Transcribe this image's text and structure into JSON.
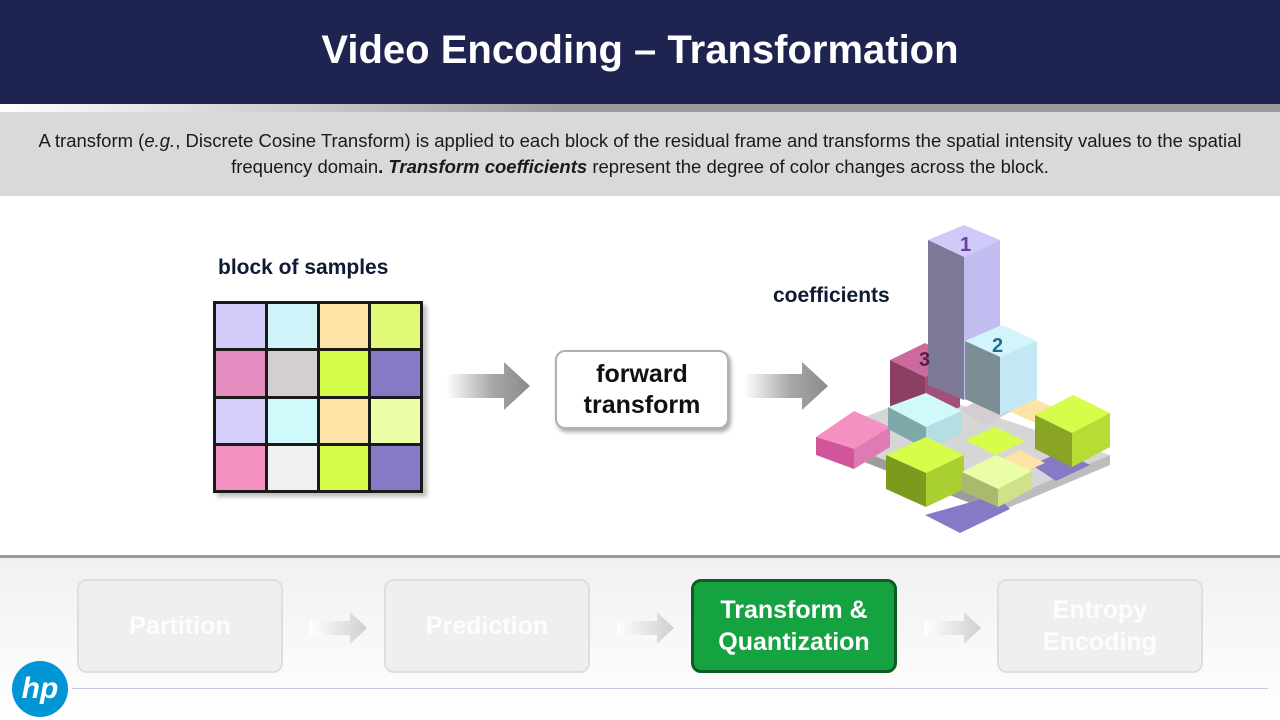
{
  "header": {
    "title": "Video Encoding – Transformation"
  },
  "description": {
    "part1": "A transform (",
    "italic": "e.g.",
    "part2": ", Discrete Cosine Transform) is applied to each block of the residual frame and transforms the spatial intensity values to the spatial frequency domain",
    "sep": ".  ",
    "bold_italic": "Transform coefficients",
    "part3": " represent the degree of color changes across the block."
  },
  "diagram": {
    "block_label": "block of samples",
    "block_colors": [
      "#d1ccf9",
      "#cff4fa",
      "#fde3a6",
      "#e0fa77",
      "#e48bbf",
      "#d4cdd2",
      "#d5fd49",
      "#8679c6",
      "#d5d0fb",
      "#cff9fa",
      "#fde3a6",
      "#eafea6",
      "#f590c3",
      "#f1f1f1",
      "#d5fd49",
      "#8679c6"
    ],
    "transform_line1": "forward",
    "transform_line2": "transform",
    "coefficients_label": "coefficients",
    "coef_labels": [
      "1",
      "2",
      "3"
    ]
  },
  "pipeline": {
    "steps": [
      {
        "line1": "Partition",
        "line2": ""
      },
      {
        "line1": "Prediction",
        "line2": ""
      },
      {
        "line1": "Transform &",
        "line2": "Quantization"
      },
      {
        "line1": "Entropy",
        "line2": "Encoding"
      }
    ],
    "active_index": 2
  },
  "logo": {
    "text": "hp"
  },
  "colors": {
    "header_bg": "#1e2350",
    "active_step": "#14a340",
    "hp_blue": "#0096d6"
  }
}
